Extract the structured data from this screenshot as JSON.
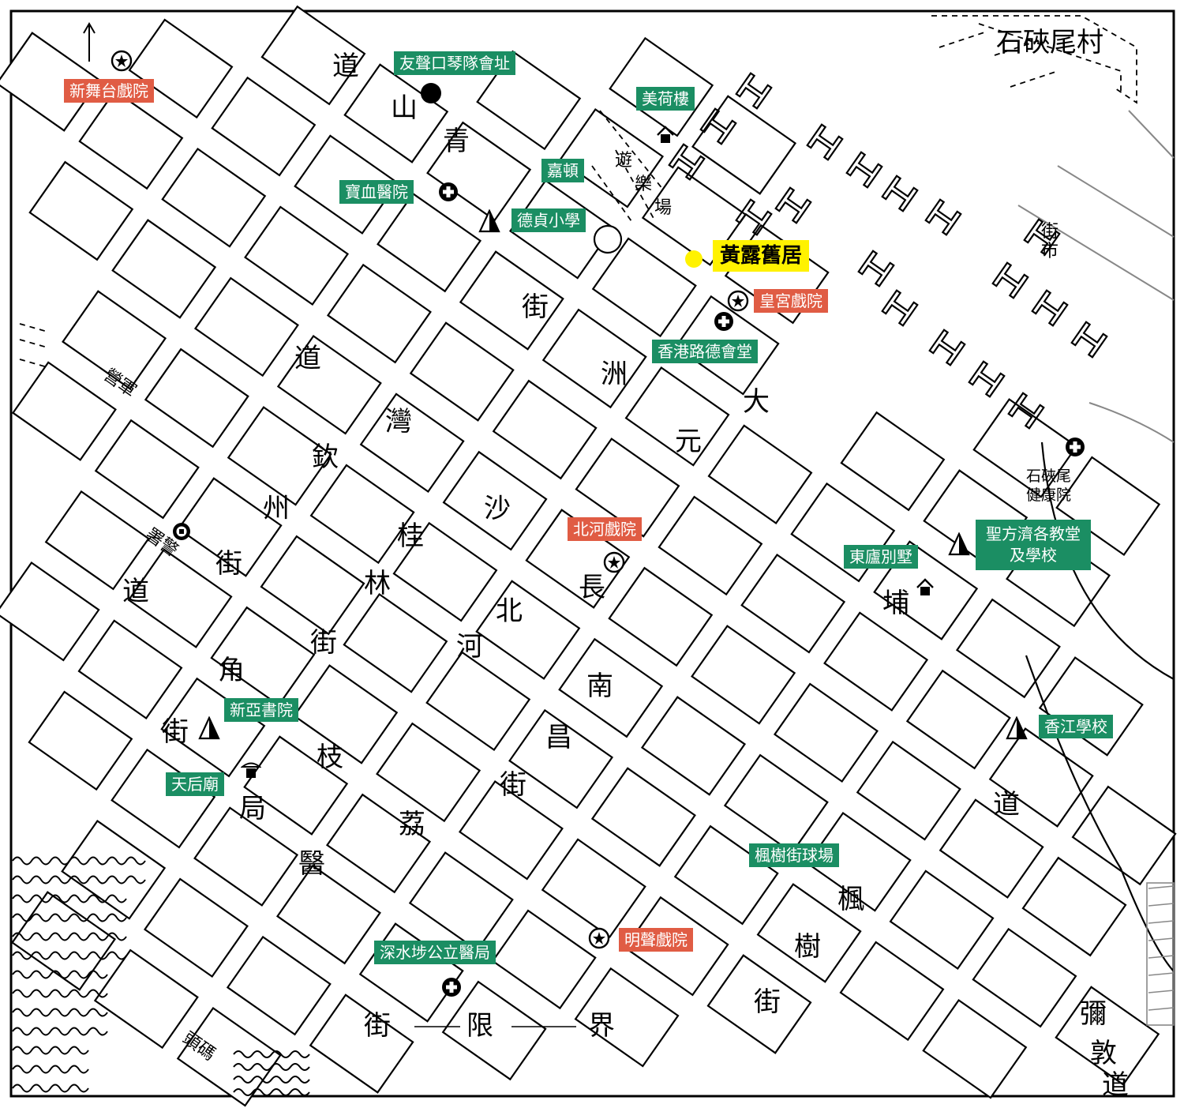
{
  "map": {
    "corner_name": "石硤尾村",
    "colors": {
      "green": "#1b8e63",
      "red": "#e05c44",
      "yellow": "#fff200",
      "dot": "#fff200"
    },
    "roads": [
      {
        "chars": [
          "道",
          "山",
          "青"
        ]
      },
      {
        "chars": [
          "街",
          "洲",
          "元",
          "大"
        ]
      },
      {
        "chars": [
          "道",
          "灣",
          "沙",
          "北"
        ]
      },
      {
        "chars": [
          "欽",
          "州",
          "街"
        ]
      },
      {
        "chars": [
          "道"
        ]
      },
      {
        "chars": [
          "桂",
          "林",
          "街"
        ]
      },
      {
        "chars": [
          "河",
          "長",
          "南",
          "昌",
          "街"
        ]
      },
      {
        "chars": [
          "角",
          "街"
        ]
      },
      {
        "chars": [
          "枝",
          "荔"
        ]
      },
      {
        "chars": [
          "局",
          "醫"
        ]
      },
      {
        "chars": [
          "埔",
          "道"
        ]
      },
      {
        "chars": [
          "楓",
          "樹",
          "街"
        ]
      },
      {
        "chars": [
          "街",
          "限",
          "界"
        ]
      },
      {
        "chars": [
          "彌",
          "敦",
          "道"
        ]
      },
      {
        "chars": [
          "遊",
          "樂",
          "場"
        ]
      },
      {
        "chars": [
          "街",
          "市"
        ]
      }
    ],
    "plain_labels": {
      "barracks": "營軍",
      "police": "署警",
      "pier": "頭碼",
      "health_line1": "石硤尾",
      "health_line2": "健康院"
    },
    "places": {
      "sun_bright_theatre": "新舞台戲院",
      "friends_harmonica": "友聲口琴隊會址",
      "mei_ho_house": "美荷樓",
      "ka_tun": "嘉頓",
      "po_hui_hospital": "寶血醫院",
      "tak_ching_school": "德貞小學",
      "wong_lo_home": "黃露舊居",
      "emperor_theatre": "皇宮戲院",
      "hong_kong_church": "香港路德會堂",
      "pak_ho_theatre": "北河戲院",
      "villa": "東廬別墅",
      "st_francis": "聖方濟各教堂及學校",
      "hkj_school": "香江學校",
      "asia_college": "新亞書院",
      "tin_hau": "天后廟",
      "maple_ground": "楓樹街球場",
      "ming_sing_theatre": "明聲戲院",
      "clinic": "深水埗公立醫局"
    }
  }
}
